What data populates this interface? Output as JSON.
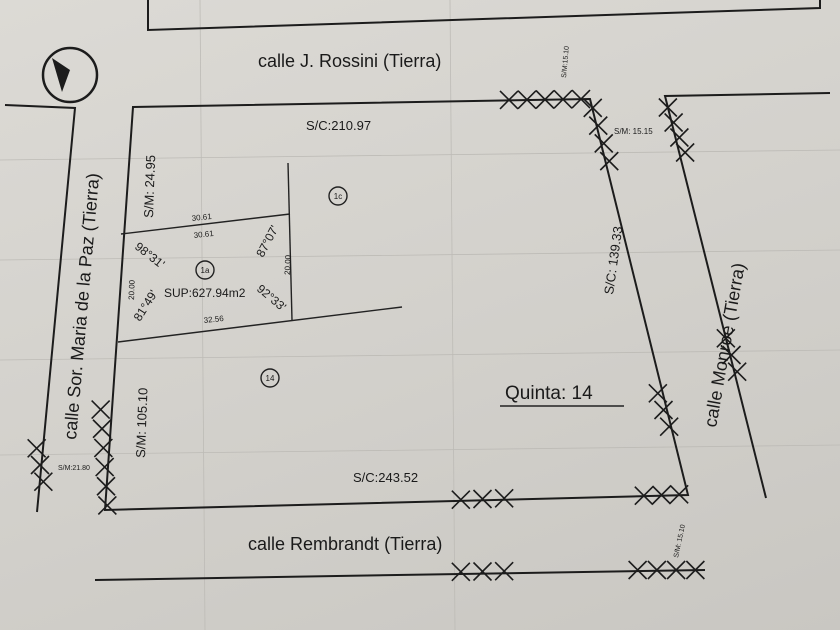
{
  "streets": {
    "north": "calle J. Rossini  (Tierra)",
    "west": "calle Sor. Maria de la Paz  (Tierra)",
    "east": "calle Monroe  (Tierra)",
    "south": "calle Rembrandt  (Tierra)"
  },
  "measures": {
    "sc_north": "S/C:210.97",
    "sc_south": "S/C:243.52",
    "sc_east": "S/C: 139.33",
    "sm_west_lot": "S/M: 105.10",
    "sm_lot_top": "S/M: 24.95",
    "sm_ne_corner": "S/M: 15.15",
    "sm_rossini": "S/M:15.10",
    "sm_west_street": "S/M:21.80",
    "sm_se": "S/M: 15.10"
  },
  "lot_1a": {
    "label": "1a",
    "top_outer": "30.61",
    "top_inner": "30.61",
    "bottom": "32.56",
    "left": "20.00",
    "right": "20.00",
    "angle_nw": "98°31'",
    "angle_ne": "87°07'",
    "angle_sw": "81°49'",
    "angle_se": "92°33'",
    "area": "SUP:627.94m2"
  },
  "parcels": {
    "p1c": "1c",
    "p14": "14"
  },
  "block": "Quinta: 14"
}
